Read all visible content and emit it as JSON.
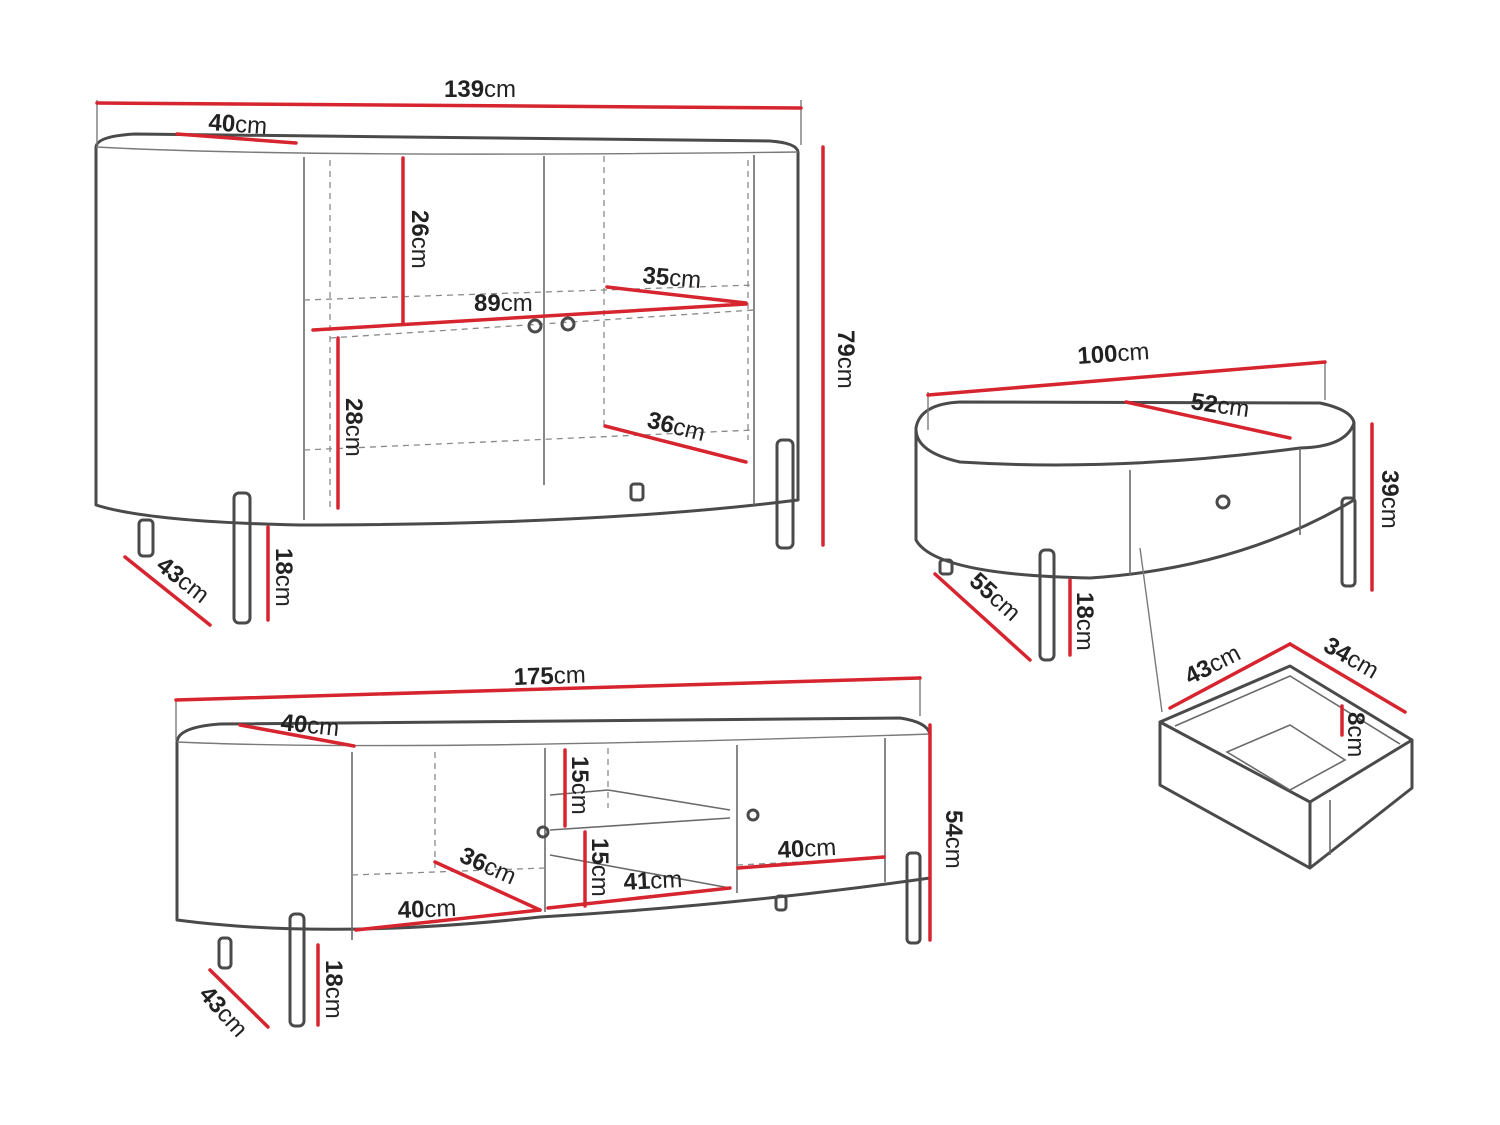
{
  "unit": "cm",
  "colors": {
    "dimension_line": "#d6252f",
    "outline": "#4a4a4a",
    "background": "#ffffff"
  },
  "sideboard": {
    "width": "139",
    "depth_top": "40",
    "height": "79",
    "upper_shelf_height": "26",
    "inner_width": "89",
    "upper_shelf_depth": "35",
    "lower_shelf_height": "28",
    "lower_shelf_depth": "36",
    "leg_depth": "43",
    "leg_height": "18"
  },
  "coffee_table": {
    "width": "100",
    "depth_top": "52",
    "height": "39",
    "leg_depth": "55",
    "leg_height": "18"
  },
  "drawer": {
    "width": "43",
    "depth": "34",
    "height": "8"
  },
  "tv_stand": {
    "width": "175",
    "depth_top": "40",
    "height": "54",
    "upper_shelf_height": "15",
    "lower_shelf_height": "15",
    "inner_depth": "36",
    "inner_width_left": "40",
    "inner_width_middle": "41",
    "inner_width_right": "40",
    "leg_depth": "43",
    "leg_height": "18"
  }
}
